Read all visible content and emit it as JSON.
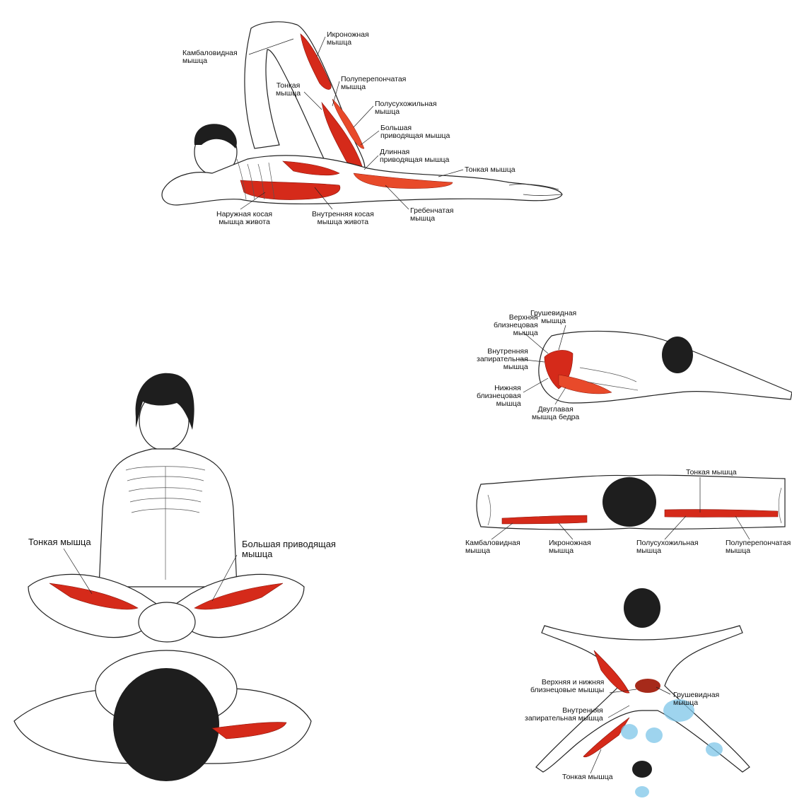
{
  "panel_top": {
    "labels": {
      "soleus": "Камбаловидная\nмышца",
      "gastrocnemius": "Икроножная\nмышца",
      "gracilis_upper": "Тонкая\nмышца",
      "semimembranosus": "Полуперепончатая\nмышца",
      "semitendinosus": "Полусухожильная\nмышца",
      "adductor_magnus": "Большая\nприводящая мышца",
      "adductor_longus": "Длинная\nприводящая мышца",
      "gracilis_right": "Тонкая мышца",
      "external_oblique": "Наружная косая\nмышца живота",
      "internal_oblique": "Внутренняя косая\nмышца живота",
      "pectineus": "Гребенчатая\nмышца"
    }
  },
  "panel_seated": {
    "labels": {
      "gracilis": "Тонкая мышца",
      "adductor_magnus": "Большая приводящая\nмышца"
    }
  },
  "panel_pigeon": {
    "labels": {
      "gemellus_superior": "Верхняя\nблизнецовая\nмышца",
      "piriformis": "Грушевидная\nмышца",
      "obturator_internus": "Внутренняя\nзапирательная\nмышца",
      "gemellus_inferior": "Нижняя\nблизнецовая\nмышца",
      "biceps_femoris": "Двуглавая\nмышца бедра"
    }
  },
  "panel_split": {
    "labels": {
      "gracilis": "Тонкая мышца",
      "soleus": "Камбаловидная\nмышца",
      "gastrocnemius": "Икроножная\nмышца",
      "semitendinosus": "Полусухожильная\nмышца",
      "semimembranosus": "Полуперепончатая\nмышца"
    }
  },
  "panel_forward": {
    "labels": {
      "gemelli": "Верхняя и нижняя\nблизнецовые мышцы",
      "piriformis": "Грушевидная\nмышца",
      "obturator_internus": "Внутренняя\nзапирательная мышца",
      "gracilis": "Тонкая мышца"
    }
  },
  "colors": {
    "muscle": "#d52a1a",
    "highlight_blue": "#7ec6e8",
    "line": "#222222"
  }
}
